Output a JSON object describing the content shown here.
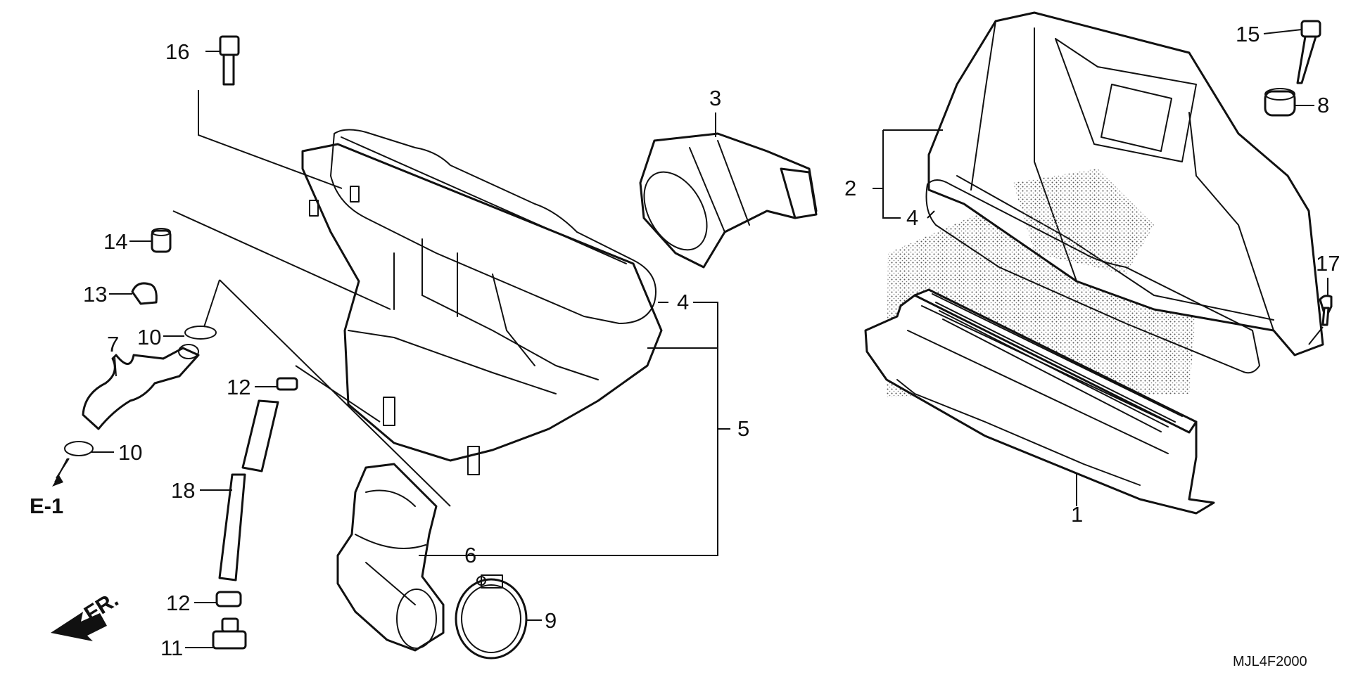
{
  "callouts": {
    "p1": "1",
    "p2": "2",
    "p3": "3",
    "p4a": "4",
    "p4b": "4",
    "p5": "5",
    "p6": "6",
    "p7": "7",
    "p8": "8",
    "p9": "9",
    "p10a": "10",
    "p10b": "10",
    "p11": "11",
    "p12a": "12",
    "p12b": "12",
    "p13": "13",
    "p14": "14",
    "p15": "15",
    "p16": "16",
    "p17": "17",
    "p18": "18"
  },
  "reference": "E-1",
  "front_mark": "FR.",
  "diagram_code": "MJL4F2000",
  "colors": {
    "ink": "#111111",
    "background": "#ffffff",
    "stipple": "#555555"
  }
}
